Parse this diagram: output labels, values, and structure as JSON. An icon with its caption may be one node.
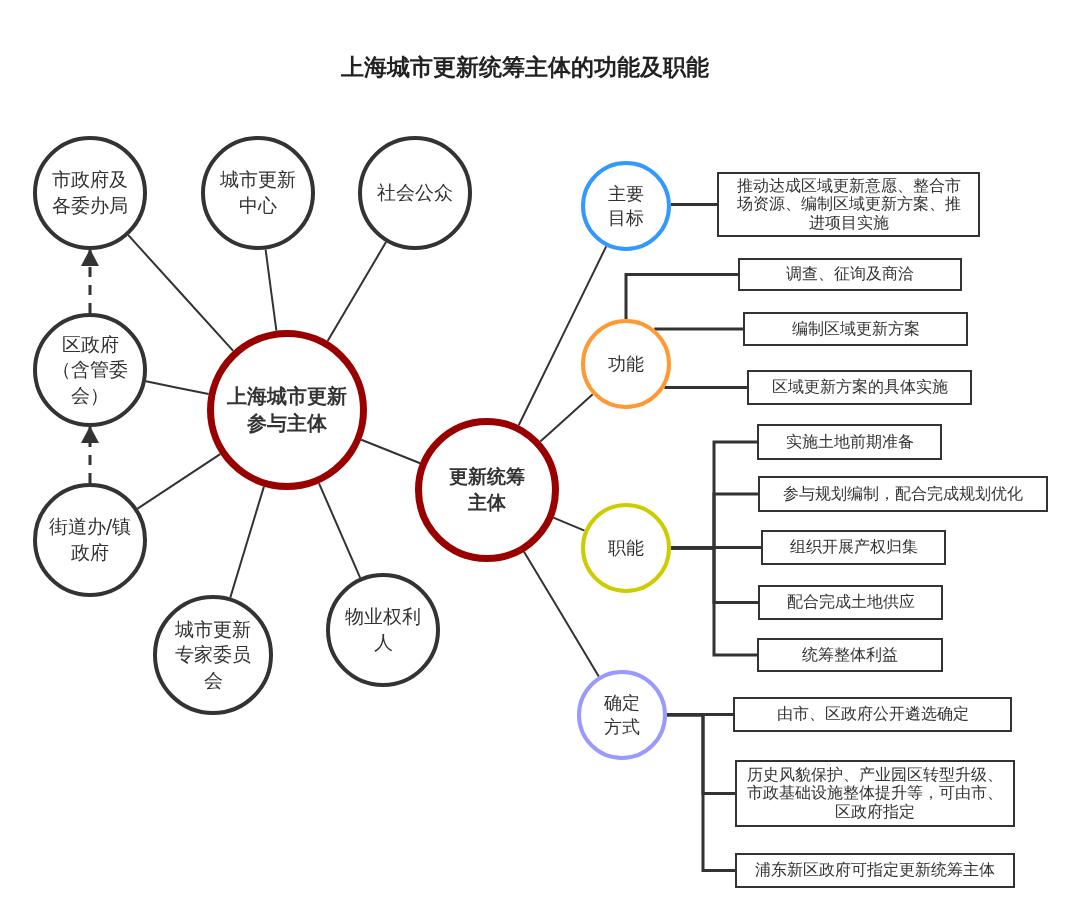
{
  "diagram": {
    "title": "上海城市更新统筹主体的功能及职能",
    "nodes": [
      {
        "text": [
          "市政府及各委办局"
        ]
      },
      {
        "text": [
          "城市更新中心"
        ]
      },
      {
        "text": [
          "社会公众"
        ]
      },
      {
        "text": [
          "区政府（含管委会）"
        ]
      },
      {
        "text": [
          "街道办/镇政府"
        ]
      },
      {
        "text": [
          "城市更新专家委员会"
        ]
      },
      {
        "text": [
          "物业权利人"
        ]
      },
      {
        "text": [
          "上海城市更新参与主体"
        ]
      },
      {
        "text": [
          "更新统筹主体"
        ]
      },
      {
        "text": [
          "主要目标"
        ]
      },
      {
        "text": [
          "推动达成区域更新意愿、整合市场资源、编制区域更新方案、推进项目实施"
        ]
      },
      {
        "text": [
          "功能"
        ]
      },
      {
        "text": [
          "调查、征询及商洽"
        ]
      },
      {
        "text": [
          "编制区域更新方案"
        ]
      },
      {
        "text": [
          "区域更新方案的具体实施"
        ]
      },
      {
        "text": [
          "职能"
        ]
      },
      {
        "text": [
          "实施土地前期准备"
        ]
      },
      {
        "text": [
          "参与规划编制，配合完成规划优化"
        ]
      },
      {
        "text": [
          "组织开展产权归集"
        ]
      },
      {
        "text": [
          "配合完成土地供应"
        ]
      },
      {
        "text": [
          "统筹整体利益"
        ]
      },
      {
        "text": [
          "确定方式"
        ]
      },
      {
        "text": [
          "由市、区政府公开遴选确定"
        ]
      },
      {
        "text": [
          "历史风貌保护、产业园区转型升级、市政基础设施整体提升等，可由市、区政府指定"
        ]
      },
      {
        "text": [
          "浦东新区政府可指定更新统筹主体"
        ]
      }
    ],
    "edges": [
      {
        "from": 7,
        "to": 0,
        "arrow": "none"
      },
      {
        "from": 7,
        "to": 1,
        "arrow": "none"
      },
      {
        "from": 7,
        "to": 2,
        "arrow": "none"
      },
      {
        "from": 7,
        "to": 3,
        "arrow": "none"
      },
      {
        "from": 7,
        "to": 4,
        "arrow": "none"
      },
      {
        "from": 7,
        "to": 5,
        "arrow": "none"
      },
      {
        "from": 7,
        "to": 6,
        "arrow": "none"
      },
      {
        "from": 3,
        "to": 0,
        "arrow": "to",
        "style": "dashed"
      },
      {
        "from": 4,
        "to": 3,
        "arrow": "to",
        "style": "dashed"
      },
      {
        "from": 7,
        "to": 8,
        "arrow": "none"
      },
      {
        "from": 8,
        "to": 9,
        "arrow": "none"
      },
      {
        "from": 8,
        "to": 11,
        "arrow": "none"
      },
      {
        "from": 8,
        "to": 15,
        "arrow": "none"
      },
      {
        "from": 8,
        "to": 21,
        "arrow": "none"
      },
      {
        "from": 9,
        "to": 10,
        "arrow": "none"
      },
      {
        "from": 11,
        "to": 12,
        "arrow": "none"
      },
      {
        "from": 11,
        "to": 13,
        "arrow": "none"
      },
      {
        "from": 11,
        "to": 14,
        "arrow": "none"
      },
      {
        "from": 15,
        "to": 16,
        "arrow": "none"
      },
      {
        "from": 15,
        "to": 17,
        "arrow": "none"
      },
      {
        "from": 15,
        "to": 18,
        "arrow": "none"
      },
      {
        "from": 15,
        "to": 19,
        "arrow": "none"
      },
      {
        "from": 15,
        "to": 20,
        "arrow": "none"
      },
      {
        "from": 21,
        "to": 22,
        "arrow": "none"
      },
      {
        "from": 21,
        "to": 23,
        "arrow": "none"
      },
      {
        "from": 21,
        "to": 24,
        "arrow": "none"
      }
    ]
  }
}
